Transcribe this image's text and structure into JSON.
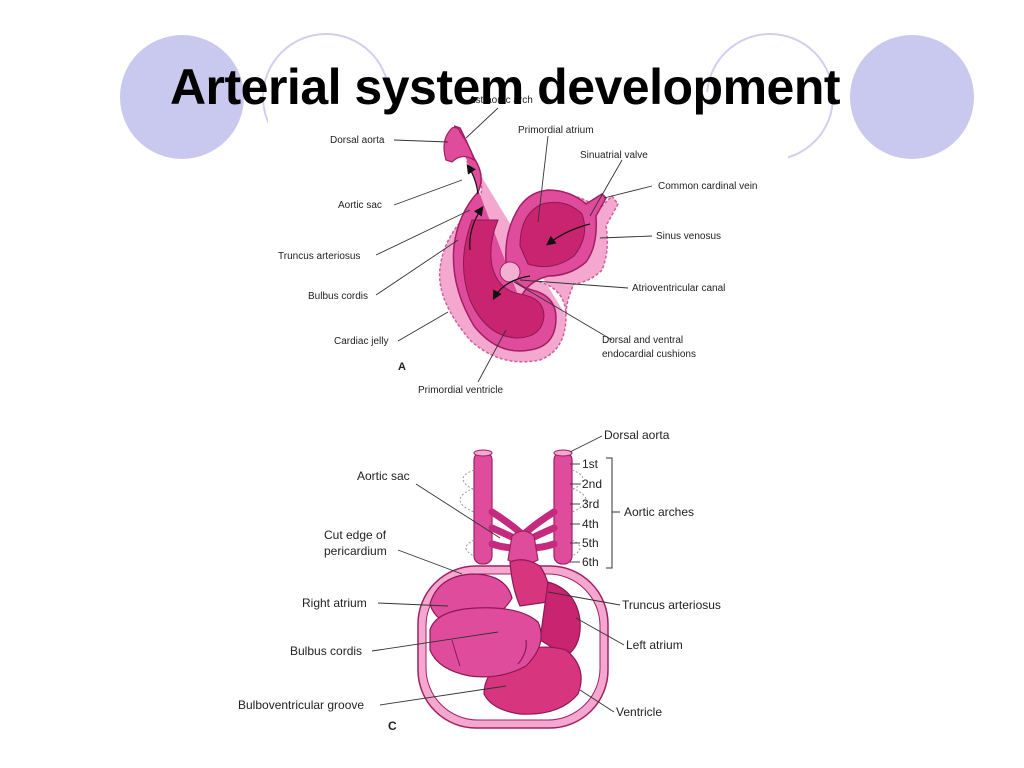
{
  "slide": {
    "title": "Arterial system development",
    "colors": {
      "tissue": "#e04c9c",
      "tissue_dark": "#c52a7e",
      "lumen": "#d8357f",
      "jelly": "#f4a8cf",
      "decor_circle": "#c9c9ef"
    }
  },
  "figure_a": {
    "panel_letter": "A",
    "labels": {
      "first_aortic_arch": "1st aortic arch",
      "dorsal_aorta": "Dorsal aorta",
      "aortic_sac": "Aortic sac",
      "truncus_arteriosus": "Truncus arteriosus",
      "bulbus_cordis": "Bulbus cordis",
      "cardiac_jelly": "Cardiac jelly",
      "primordial_ventricle": "Primordial ventricle",
      "primordial_atrium": "Primordial atrium",
      "sinuatrial_valve": "Sinuatrial valve",
      "common_cardinal_vein": "Common cardinal vein",
      "sinus_venosus": "Sinus venosus",
      "atrioventricular_canal": "Atrioventricular canal",
      "cushions_line1": "Dorsal and ventral",
      "cushions_line2": "endocardial cushions"
    }
  },
  "figure_c": {
    "panel_letter": "C",
    "labels": {
      "dorsal_aorta": "Dorsal aorta",
      "aortic_sac": "Aortic sac",
      "pericardium_line1": "Cut edge of",
      "pericardium_line2": "pericardium",
      "right_atrium": "Right atrium",
      "bulbus_cordis": "Bulbus cordis",
      "bulboventricular_groove": "Bulboventricular groove",
      "truncus_arteriosus": "Truncus arteriosus",
      "left_atrium": "Left atrium",
      "ventricle": "Ventricle",
      "aortic_arches": "Aortic arches"
    },
    "arches": [
      "1st",
      "2nd",
      "3rd",
      "4th",
      "5th",
      "6th"
    ]
  }
}
